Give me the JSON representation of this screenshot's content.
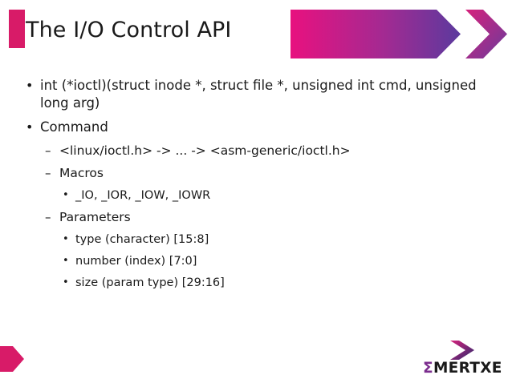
{
  "slide": {
    "title": "The I/O Control API",
    "colors": {
      "accent_pink": "#d81b68",
      "band_start": "#e8117f",
      "band_end": "#5b3a9e",
      "chevron_pink": "#d6227c",
      "chevron_purple": "#6a3b9c",
      "text": "#1a1a1a",
      "background": "#ffffff"
    }
  },
  "content": {
    "bullets": [
      {
        "level": 1,
        "marker": "•",
        "text": "int (*ioctl)(struct inode *, struct file *, unsigned int cmd, unsigned long arg)"
      },
      {
        "level": 1,
        "marker": "•",
        "text": "Command"
      },
      {
        "level": 2,
        "marker": "–",
        "text": "<linux/ioctl.h> -> ... -> <asm-generic/ioctl.h>"
      },
      {
        "level": 2,
        "marker": "–",
        "text": "Macros"
      },
      {
        "level": 3,
        "marker": "•",
        "text": "_IO, _IOR, _IOW, _IOWR"
      },
      {
        "level": 2,
        "marker": "–",
        "text": "Parameters"
      },
      {
        "level": 3,
        "marker": "•",
        "text": "type (character) [15:8]"
      },
      {
        "level": 3,
        "marker": "•",
        "text": "number (index) [7:0]"
      },
      {
        "level": 3,
        "marker": "•",
        "text": "size (param type) [29:16]"
      }
    ]
  },
  "footer": {
    "logo_sigma": "Σ",
    "logo_word": "MERTXE"
  }
}
